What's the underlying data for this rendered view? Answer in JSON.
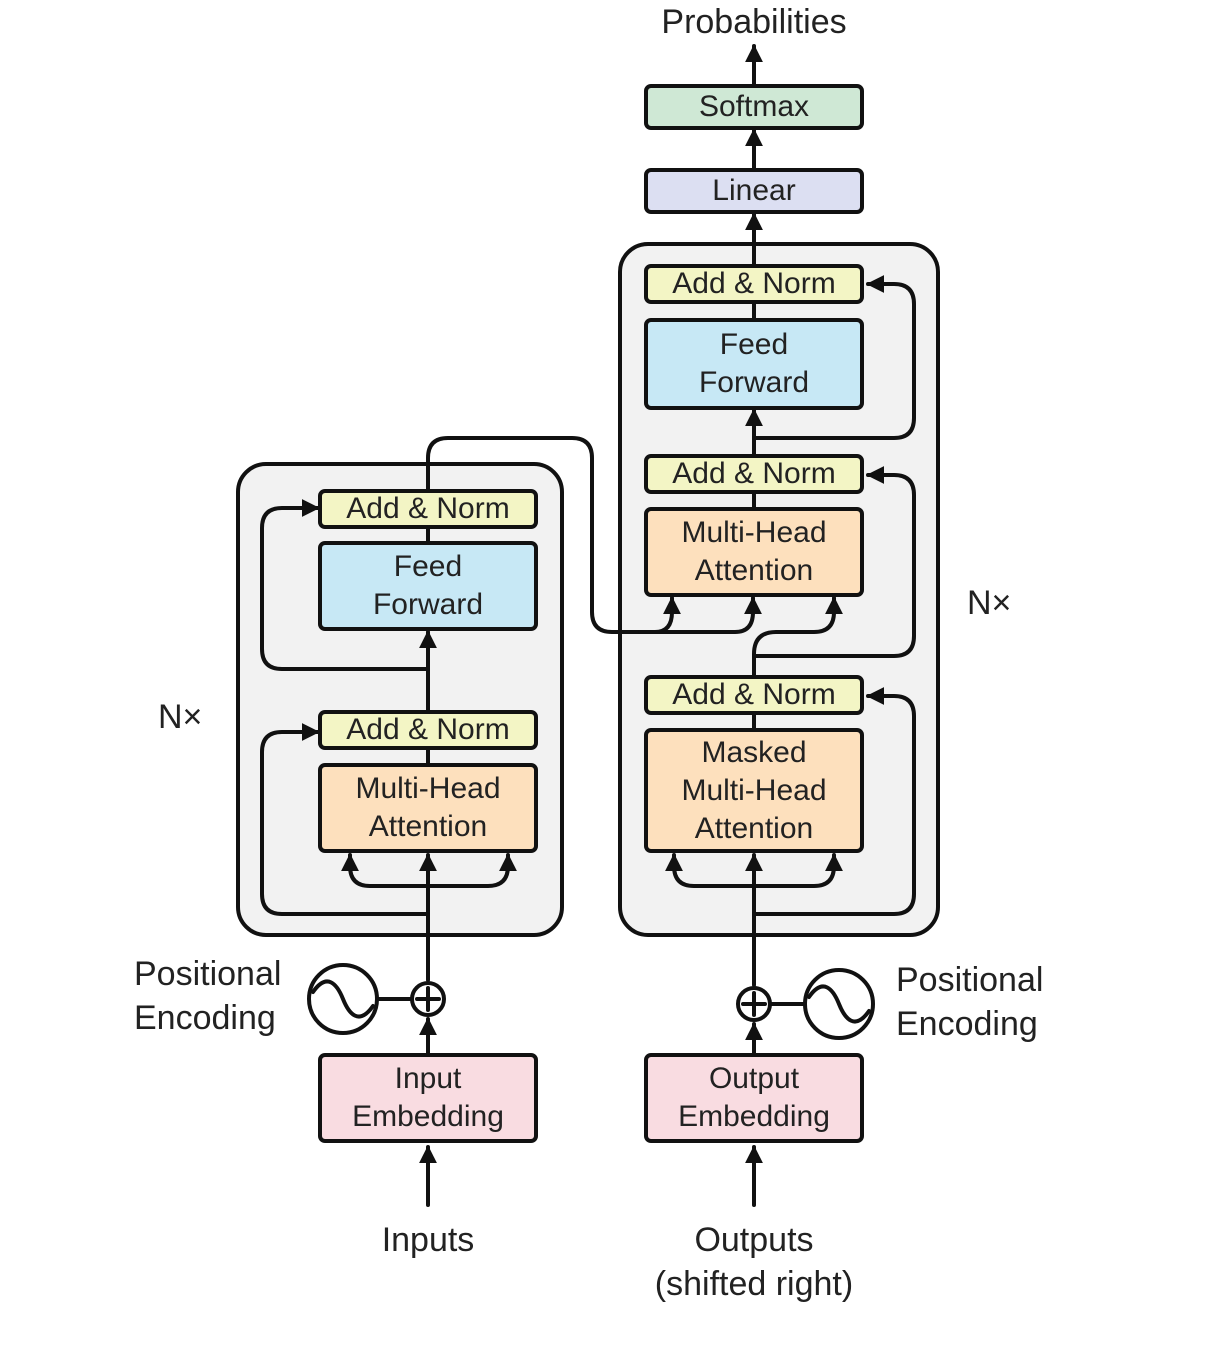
{
  "encoder": {
    "add_norm_top": "Add & Norm",
    "feed_forward": [
      "Feed",
      "Forward"
    ],
    "add_norm_bottom": "Add & Norm",
    "attention": [
      "Multi-Head",
      "Attention"
    ],
    "repeat_label": "N×",
    "embedding": [
      "Input",
      "Embedding"
    ],
    "positional_encoding": [
      "Positional",
      "Encoding"
    ],
    "input_label": "Inputs"
  },
  "decoder": {
    "add_norm_top": "Add & Norm",
    "feed_forward": [
      "Feed",
      "Forward"
    ],
    "add_norm_middle": "Add & Norm",
    "attention": [
      "Multi-Head",
      "Attention"
    ],
    "add_norm_bottom": "Add & Norm",
    "masked_attention": [
      "Masked",
      "Multi-Head",
      "Attention"
    ],
    "repeat_label": "N×",
    "embedding": [
      "Output",
      "Embedding"
    ],
    "positional_encoding": [
      "Positional",
      "Encoding"
    ],
    "output_label": [
      "Outputs",
      "(shifted right)"
    ]
  },
  "head": {
    "linear": "Linear",
    "softmax": "Softmax",
    "output_label": "Probabilities"
  },
  "colors": {
    "add_norm": "#f3f5c5",
    "feed_forward": "#c7e8f5",
    "attention": "#fde0bd",
    "embedding": "#f9dce1",
    "linear": "#dcdff2",
    "softmax": "#cfe8d5",
    "stack_background": "#f2f2f2"
  }
}
